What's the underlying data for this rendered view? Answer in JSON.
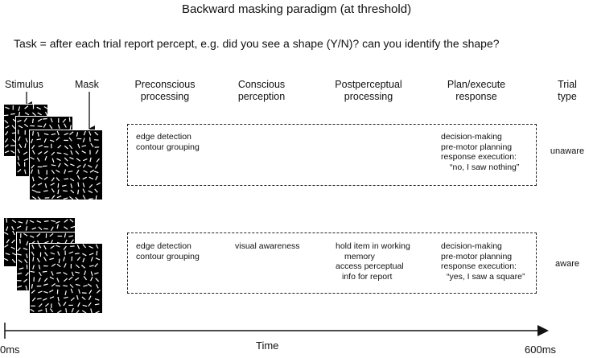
{
  "title": "Backward masking paradigm (at threshold)",
  "task": "Task = after each trial report percept, e.g. did you see a shape (Y/N)? can you identify the shape?",
  "labels": {
    "stimulus": "Stimulus",
    "mask": "Mask"
  },
  "columns": [
    {
      "line1": "Preconscious",
      "line2": "processing"
    },
    {
      "line1": "Conscious",
      "line2": "perception"
    },
    {
      "line1": "Postperceptual",
      "line2": "processing"
    },
    {
      "line1": "Plan/execute",
      "line2": "response"
    },
    {
      "line1": "Trial",
      "line2": "type"
    }
  ],
  "rows": [
    {
      "trial_type": "unaware",
      "preconscious": [
        "edge detection",
        "contour grouping"
      ],
      "conscious": [],
      "postperceptual": [],
      "response": [
        "decision-making",
        "pre-motor planning",
        "response execution:",
        "“no, I saw nothing”"
      ]
    },
    {
      "trial_type": "aware",
      "preconscious": [
        "edge detection",
        "contour grouping"
      ],
      "conscious": [
        "visual awareness"
      ],
      "postperceptual": [
        "hold item in working",
        "memory",
        "access perceptual",
        "info for report"
      ],
      "response": [
        "decision-making",
        "pre-motor planning",
        "response execution:",
        "“yes, I saw a square”"
      ]
    }
  ],
  "axis": {
    "start": "0ms",
    "label": "Time",
    "end": "600ms"
  }
}
